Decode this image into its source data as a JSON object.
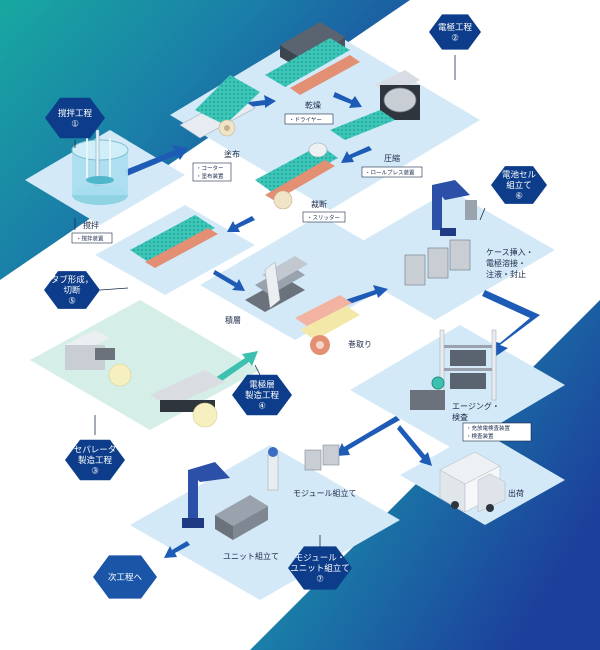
{
  "colors": {
    "navy": "#0d3d8a",
    "blue": "#1a55a8",
    "band_left": "#1aa6a0",
    "band_right": "#1c3f9c",
    "platform": "#d3e9f7",
    "platform_teal": "#d5eee8",
    "arrow": "#1e5bb6",
    "arrow_teal": "#3cc0b0"
  },
  "steps": {
    "stirring": {
      "title_line1": "撹拌工程",
      "number": "①"
    },
    "electrode": {
      "title_line1": "電極工程",
      "number": "②"
    },
    "separator": {
      "title_line1": "セパレータ",
      "title_line2": "製造工程",
      "number": "③"
    },
    "electrode_stack": {
      "title_line1": "電極層",
      "title_line2": "製造工程",
      "number": "④"
    },
    "tab_forming": {
      "title_line1": "タブ形成，",
      "title_line2": "切断",
      "number": "⑤"
    },
    "cell_assembly": {
      "title_line1": "電池セル",
      "title_line2": "組立て",
      "number": "⑥"
    },
    "module_unit": {
      "title_line1": "モジュール・",
      "title_line2": "ユニット組立て",
      "number": "⑦"
    },
    "next": {
      "title": "次工程へ"
    }
  },
  "labels": {
    "stir": "撹拌",
    "stir_device": "・撹拌装置",
    "coating": "塗布",
    "coater": "・コーター",
    "coating_device": "・塗布装置",
    "drying": "乾燥",
    "dryer": "・ドライヤー",
    "pressing": "圧縮",
    "roll_press": "・ロールプレス装置",
    "slitting": "裁断",
    "slitter": "・スリッター",
    "stacking": "積層",
    "winding": "巻取り",
    "case_line1": "ケース挿入・",
    "case_line2": "電極溶接・",
    "case_line3": "注液・封止",
    "aging_line1": "エージング・",
    "aging_line2": "検査",
    "charger": "・充放電検査装置",
    "inspection": "・検査装置",
    "module_assembly": "モジュール組立て",
    "unit_assembly": "ユニット組立て",
    "shipping": "出荷"
  }
}
